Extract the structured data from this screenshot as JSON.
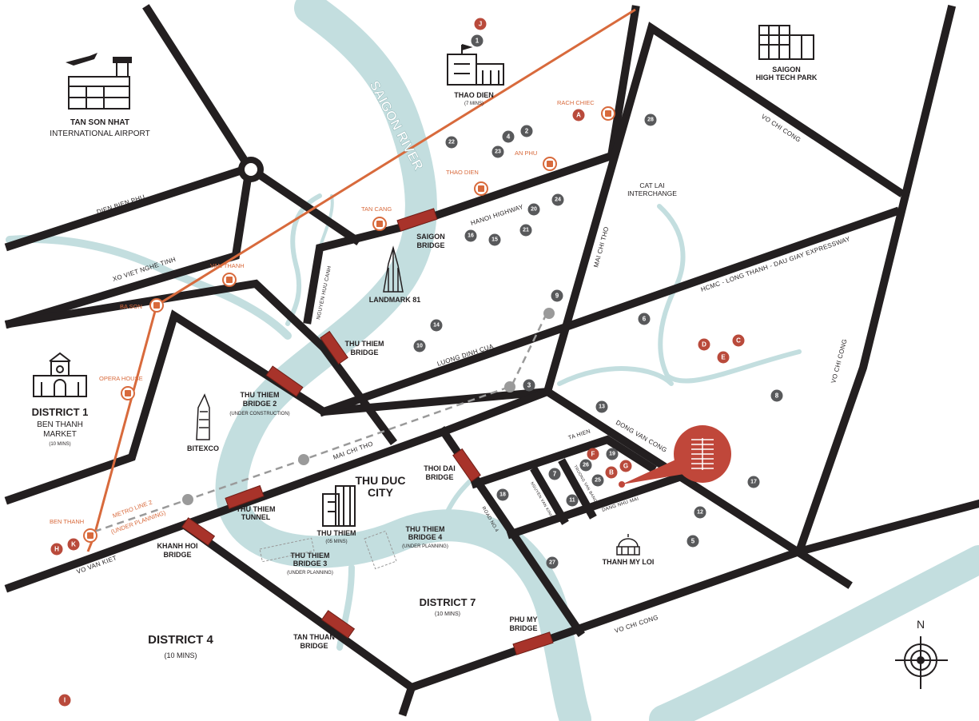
{
  "colors": {
    "road": "#231f20",
    "river": "#c3dedf",
    "metro": "#d86a3c",
    "bridge": "#a8332a",
    "marker_grey": "#58595b",
    "marker_red": "#b94a3b",
    "project": "#c0473a",
    "planned_line": "#9a9a9a"
  },
  "river_label": "SAIGON RIVER",
  "landmarks": {
    "airport": {
      "line1": "TAN SON NHAT",
      "line2": "INTERNATIONAL AIRPORT"
    },
    "district1": {
      "title": "DISTRICT 1",
      "line2": "BEN THANH",
      "line3": "MARKET",
      "time": "(10 MINS)"
    },
    "thao_dien": {
      "title": "THAO DIEN",
      "time": "(7 MINS)"
    },
    "hitech": {
      "line1": "SAIGON",
      "line2": "HIGH TECH PARK"
    },
    "landmark81": "LANDMARK 81",
    "bitexco": "BITEXCO",
    "thu_duc_city": {
      "line1": "THU DUC",
      "line2": "CITY"
    },
    "thu_thiem": {
      "title": "THU THIEM",
      "time": "(05 MINS)"
    },
    "thanh_my_loi": "THANH MY LOI",
    "district7": {
      "title": "DISTRICT 7",
      "time": "(10 MINS)"
    },
    "district4": {
      "title": "DISTRICT 4",
      "time": "(10 MINS)"
    },
    "cat_lai": {
      "line1": "CAT LAI",
      "line2": "INTERCHANGE"
    }
  },
  "bridges": {
    "saigon": {
      "line1": "SAIGON",
      "line2": "BRIDGE"
    },
    "thu_thiem": {
      "line1": "THU THIEM",
      "line2": "BRIDGE"
    },
    "thu_thiem2": {
      "line1": "THU THIEM",
      "line2": "BRIDGE 2",
      "note": "(UNDER CONSTRUCTION)"
    },
    "thu_thiem_tunnel": {
      "line1": "THU THIEM",
      "line2": "TUNNEL"
    },
    "thu_thiem3": {
      "line1": "THU THIEM",
      "line2": "BRIDGE 3",
      "note": "(UNDER PLANNING)"
    },
    "thu_thiem4": {
      "line1": "THU THIEM",
      "line2": "BRIDGE 4",
      "note": "(UNDER PLANNING)"
    },
    "khanh_hoi": {
      "line1": "KHANH HOI",
      "line2": "BRIDGE"
    },
    "tan_thuan": {
      "line1": "TAN THUAN",
      "line2": "BRIDGE"
    },
    "thoi_dai": {
      "line1": "THOI DAI",
      "line2": "BRIDGE"
    },
    "phu_my": {
      "line1": "PHU MY",
      "line2": "BRIDGE"
    }
  },
  "roads": {
    "dien_bien_phu": "DIEN BIEN PHU",
    "xo_viet_nghe_tinh": "XO VIET NGHE TINH",
    "nguyen_huu_canh": "NGUYEN HUU CANH",
    "hanoi_highway": "HANOI HIGHWAY",
    "luong_dinh_cua": "LUONG DINH CUA",
    "mai_chi_tho_1": "MAI CHI THO",
    "mai_chi_tho_2": "MAI CHI THO",
    "vo_chi_cong_1": "VO CHI CONG",
    "vo_chi_cong_2": "VO CHI CONG",
    "vo_chi_cong_3": "VO CHI CONG",
    "expressway": "HCMC - LONG THANH - DAU GIAY EXPRESSWAY",
    "dong_van_cong": "DONG VAN CONG",
    "ta_hien": "TA HIEN",
    "vo_van_kiet": "VO VAN KIET",
    "road_no4": "ROAD NO.4",
    "nguyen_van_kinh": "NGUYEN VAN KINH",
    "truong_van_bang": "TRUONG VAN BANG",
    "dang_nhu_mai": "DANG NHU MAI"
  },
  "metro": {
    "line_label": "METRO LINE 2",
    "line_note": "(UNDER PLANNING)",
    "stations": [
      "BEN THANH",
      "OPERA HOUSE",
      "BA SON",
      "VAN THANH",
      "TAN CANG",
      "THAO DIEN",
      "AN PHU",
      "RACH CHIEC"
    ]
  },
  "markers_grey": [
    "1",
    "2",
    "3",
    "4",
    "5",
    "6",
    "7",
    "8",
    "9",
    "10",
    "11",
    "12",
    "13",
    "14",
    "15",
    "16",
    "17",
    "18",
    "19",
    "20",
    "21",
    "22",
    "23",
    "24",
    "25",
    "26",
    "27",
    "28"
  ],
  "markers_red": [
    "A",
    "B",
    "C",
    "D",
    "E",
    "F",
    "G",
    "H",
    "I",
    "J",
    "K"
  ],
  "compass": "N"
}
